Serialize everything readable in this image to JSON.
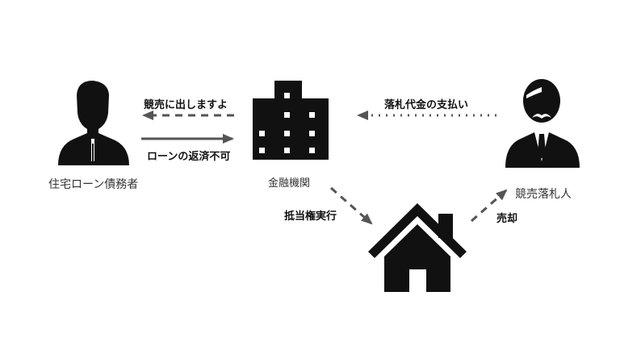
{
  "nodes": {
    "debtor": "住宅ローン債務者",
    "bank": "金融機関",
    "bidder": "競売落札人"
  },
  "edges": {
    "auction_notice": "競売に出しますよ",
    "loan_default": "ローンの返済不可",
    "payment": "落札代金の支払い",
    "foreclosure": "抵当権実行",
    "sale": "売却"
  },
  "colors": {
    "icon": "#111111",
    "arrow": "#555555"
  }
}
